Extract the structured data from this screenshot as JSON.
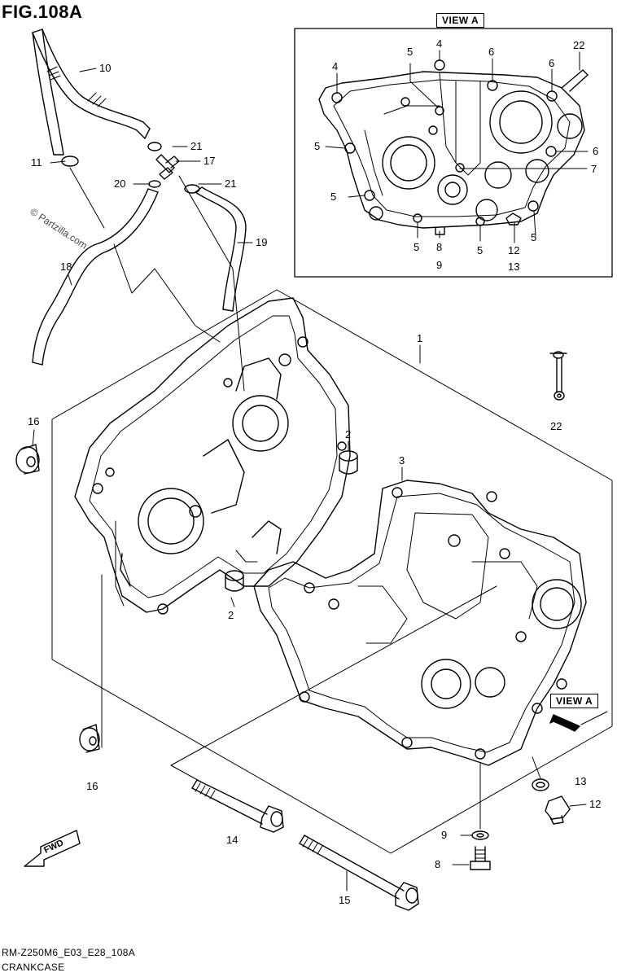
{
  "header": {
    "figure_title": "FIG.108A"
  },
  "footer": {
    "drawing_code": "RM-Z250M6_E03_E28_108A",
    "section_name": "CRANKCASE"
  },
  "watermark": "© Partzilla.com",
  "inset": {
    "label": "VIEW A"
  },
  "main_view_label": "VIEW A",
  "fwd_label": "FWD",
  "callouts": [
    {
      "id": "c10",
      "text": "10"
    },
    {
      "id": "c21a",
      "text": "21"
    },
    {
      "id": "c11",
      "text": "11"
    },
    {
      "id": "c17",
      "text": "17"
    },
    {
      "id": "c20",
      "text": "20"
    },
    {
      "id": "c21b",
      "text": "21"
    },
    {
      "id": "c19",
      "text": "19"
    },
    {
      "id": "c18",
      "text": "18"
    },
    {
      "id": "c1",
      "text": "1"
    },
    {
      "id": "c22",
      "text": "22"
    },
    {
      "id": "c16a",
      "text": "16"
    },
    {
      "id": "c2a",
      "text": "2"
    },
    {
      "id": "c3",
      "text": "3"
    },
    {
      "id": "c2b",
      "text": "2"
    },
    {
      "id": "c16b",
      "text": "16"
    },
    {
      "id": "c13",
      "text": "13"
    },
    {
      "id": "c12",
      "text": "12"
    },
    {
      "id": "c14",
      "text": "14"
    },
    {
      "id": "c9",
      "text": "9"
    },
    {
      "id": "c8",
      "text": "8"
    },
    {
      "id": "c15",
      "text": "15"
    },
    {
      "id": "v4a",
      "text": "4"
    },
    {
      "id": "v5a",
      "text": "5"
    },
    {
      "id": "v4b",
      "text": "4"
    },
    {
      "id": "v6a",
      "text": "6"
    },
    {
      "id": "v6b",
      "text": "6"
    },
    {
      "id": "v22",
      "text": "22"
    },
    {
      "id": "v5b",
      "text": "5"
    },
    {
      "id": "v6c",
      "text": "6"
    },
    {
      "id": "v7",
      "text": "7"
    },
    {
      "id": "v5c",
      "text": "5"
    },
    {
      "id": "v5d",
      "text": "5"
    },
    {
      "id": "v8",
      "text": "8"
    },
    {
      "id": "v9",
      "text": "9"
    },
    {
      "id": "v5e",
      "text": "5"
    },
    {
      "id": "v12",
      "text": "12"
    },
    {
      "id": "v13",
      "text": "13"
    },
    {
      "id": "v5f",
      "text": "5"
    }
  ]
}
